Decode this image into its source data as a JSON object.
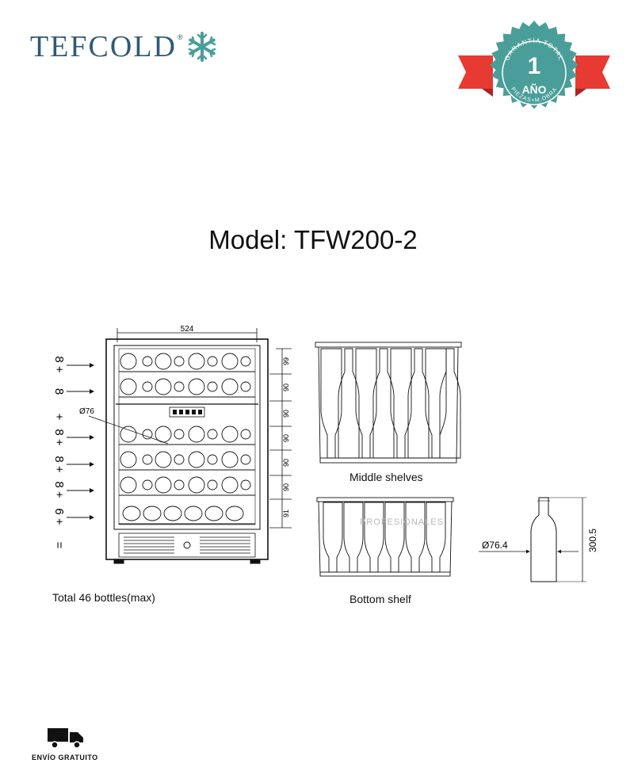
{
  "brand": {
    "name": "TEFCOLD",
    "reg_mark": "®",
    "logo_icon": "snowflake-icon"
  },
  "badge": {
    "top_text": "GARANTÍA TOTAL",
    "number": "1",
    "word": "AÑO",
    "bottom_text": "PIEZAS+M.OBRA",
    "colors": {
      "ribbon": "#e63a32",
      "seal": "#4a9e99",
      "text": "#ffffff"
    }
  },
  "model_title": "Model: TFW200-2",
  "diagram": {
    "width_dim": "524",
    "shelf_dims": [
      "99",
      "90",
      "90",
      "90",
      "90",
      "90",
      "91"
    ],
    "bottle_diameter_label": "Ø76",
    "row_labels": [
      "8 +",
      "8",
      "+",
      "8 +",
      "8 +",
      "8 +",
      "6 +",
      "="
    ],
    "total_label": "Total 46 bottles(max)",
    "middle_label": "Middle shelves",
    "bottom_label": "Bottom shelf",
    "bottle_diameter": "Ø76.4",
    "bottle_height": "300.5",
    "watermark": "PROFESIONALES"
  },
  "shipping": {
    "label": "ENVÍO GRATUITO",
    "icon": "truck-icon"
  }
}
